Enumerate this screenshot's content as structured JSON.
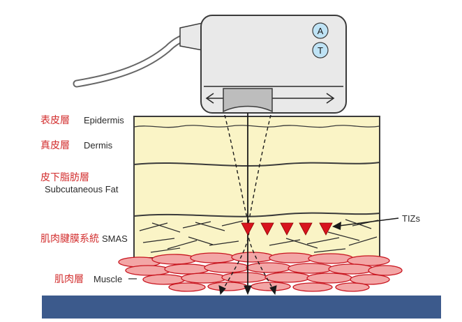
{
  "device": {
    "buttons": [
      "A",
      "T"
    ]
  },
  "layers": [
    {
      "zh": "表皮層",
      "en": "Epidermis"
    },
    {
      "zh": "真皮層",
      "en": "Dermis"
    },
    {
      "zh": "皮下脂肪層",
      "en": "Subcutaneous Fat"
    },
    {
      "zh": "肌肉腱膜系統",
      "en": "SMAS"
    },
    {
      "zh": "肌肉層",
      "en": "Muscle"
    }
  ],
  "annotation": {
    "tizs": "TIZs"
  },
  "colors": {
    "skin": "#faf4c6",
    "outline": "#3a3a3a",
    "label_zh": "#d22c2c",
    "label_en": "#2a2a2a",
    "tiz": "#d8141e",
    "muscle": "#f3a6a6",
    "muscle_stroke": "#c8141e",
    "device": "#e9e9e9",
    "button": "#bfe3f5",
    "bed": "#3c5a8c"
  }
}
